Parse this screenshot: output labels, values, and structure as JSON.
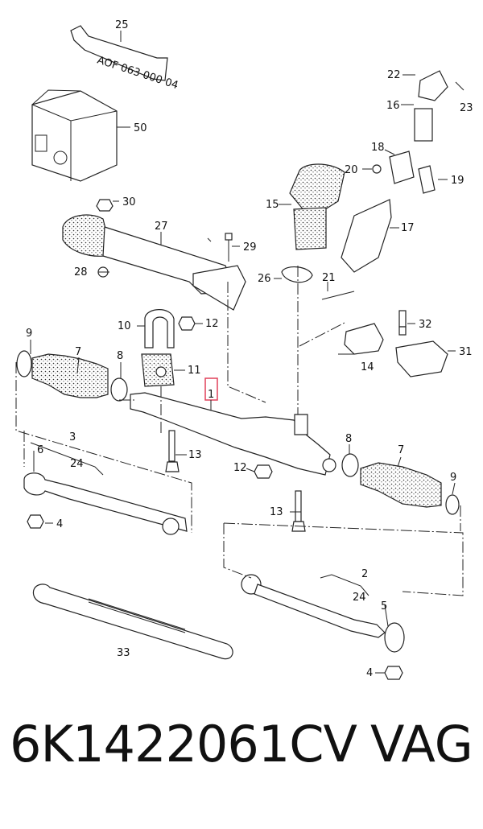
{
  "callouts": {
    "c1": "1",
    "c2": "2",
    "c3": "3",
    "c4a": "4",
    "c4b": "4",
    "c5": "5",
    "c6": "6",
    "c7a": "7",
    "c7b": "7",
    "c8a": "8",
    "c8b": "8",
    "c9a": "9",
    "c9b": "9",
    "c10": "10",
    "c11": "11",
    "c12a": "12",
    "c12b": "12",
    "c13a": "13",
    "c13b": "13",
    "c14": "14",
    "c15": "15",
    "c16": "16",
    "c17": "17",
    "c18": "18",
    "c19": "19",
    "c20": "20",
    "c21": "21",
    "c22": "22",
    "c23": "23",
    "c24a": "24",
    "c24b": "24",
    "c25": "25",
    "c26": "26",
    "c27": "27",
    "c28": "28",
    "c29": "29",
    "c30": "30",
    "c31": "31",
    "c32": "32",
    "c33": "33",
    "c50": "50"
  },
  "tube_label": "AOF 063 000 04",
  "caption": {
    "part_number": "6K1422061CV",
    "brand": "VAG"
  },
  "colors": {
    "highlight": "#e0405a",
    "line": "#222222"
  }
}
